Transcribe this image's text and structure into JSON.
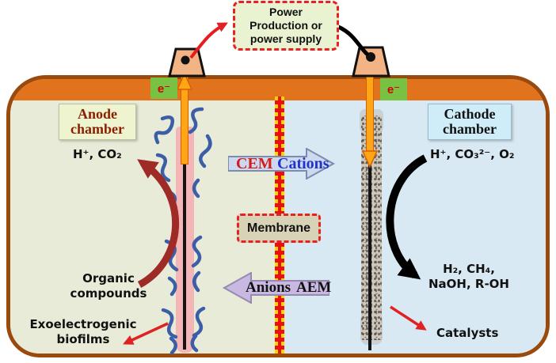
{
  "power_box": {
    "line1": "Power",
    "line2": "Production or",
    "line3": "power supply"
  },
  "anode_chamber": {
    "label_line1": "Anode",
    "label_line2": "chamber",
    "oxidation_products": "H⁺, CO₂",
    "substrate_line1": "Organic",
    "substrate_line2": "compounds",
    "biofilm_line1": "Exoelectrogenic",
    "biofilm_line2": "biofilms",
    "electron_label": "e⁻"
  },
  "cathode_chamber": {
    "label_line1": "Cathode",
    "label_line2": "chamber",
    "reactants": "H⁺, CO₃²⁻, O₂",
    "products_line1": "H₂, CH₄,",
    "products_line2": "NaOH, R-OH",
    "catalyst_label": "Catalysts",
    "electron_label": "e⁻"
  },
  "membrane": {
    "label": "Membrane",
    "cem_label": "CEM",
    "cations_label": "Cations",
    "anions_label": "Anions",
    "aem_label": "AEM"
  },
  "colors": {
    "vessel_border": "#9a4a0c",
    "lid_orange": "#e0731c",
    "anode_chamber_bg": "#e9ebd9",
    "cathode_chamber_bg": "#d9e9f3",
    "membrane_red": "#e81010",
    "membrane_yellow": "#ffd400",
    "electron_box_green": "#79c143",
    "electron_text_red": "#d00000",
    "anode_label_text": "#8b1f00",
    "cem_text_red": "#d41c1c",
    "cations_text_blue": "#2233cc",
    "anode_arrow_darkred": "#9e2b25",
    "biofilm_pink": "#f4b5b7",
    "biofilm_blue": "#3b5ea6",
    "wire_orange": "#ffa617"
  }
}
